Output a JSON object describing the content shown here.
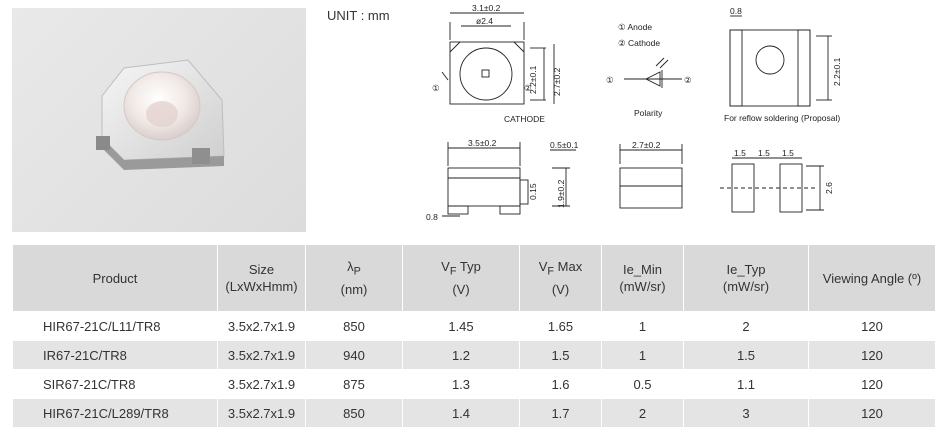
{
  "unit_label": "UNIT : mm",
  "drawing": {
    "top_width": "3.1±0.2",
    "lens_dia": "ø2.4",
    "height_dim1": "2.2±0.1",
    "height_dim2": "2.7±0.2",
    "circle1": "①",
    "circle2": "②",
    "cathode_label": "CATHODE",
    "legend_anode": "① Anode",
    "legend_cathode": "② Cathode",
    "polarity_label": "Polarity",
    "pad_width": "0.8",
    "pad_height": "2.2±0.1",
    "reflow_label": "For reflow soldering (Proposal)",
    "side_length": "3.5±0.2",
    "side_lead": "0.5±0.1",
    "side_height": "1.9±0.2",
    "side_standoff": "0.15",
    "side_bottom": "0.8",
    "end_width": "2.7±0.2",
    "land_1": "1.5",
    "land_2": "1.5",
    "land_3": "1.5",
    "land_h": "2.6"
  },
  "table": {
    "headers": {
      "product": "Product",
      "size": "Size",
      "size_sub": "(LxWxHmm)",
      "lambda": "λ",
      "lambda_sub_p": "P",
      "lambda_unit": "(nm)",
      "vf_typ": "V",
      "vf_typ_sub": "F",
      "vf_typ_text": "Typ",
      "vf_typ_unit": "(V)",
      "vf_max": "V",
      "vf_max_sub": "F",
      "vf_max_text": "Max",
      "vf_max_unit": "(V)",
      "ie_min": "Ie_Min",
      "ie_min_unit": "(mW/sr)",
      "ie_typ": "Ie_Typ",
      "ie_typ_unit": "(mW/sr)",
      "angle": "Viewing Angle (º)"
    },
    "rows": [
      {
        "product": "HIR67-21C/L11/TR8",
        "size": "3.5x2.7x1.9",
        "lambda": "850",
        "vf_typ": "1.45",
        "vf_max": "1.65",
        "ie_min": "1",
        "ie_typ": "2",
        "angle": "120"
      },
      {
        "product": "IR67-21C/TR8",
        "size": "3.5x2.7x1.9",
        "lambda": "940",
        "vf_typ": "1.2",
        "vf_max": "1.5",
        "ie_min": "1",
        "ie_typ": "1.5",
        "angle": "120"
      },
      {
        "product": "SIR67-21C/TR8",
        "size": "3.5x2.7x1.9",
        "lambda": "875",
        "vf_typ": "1.3",
        "vf_max": "1.6",
        "ie_min": "0.5",
        "ie_typ": "1.1",
        "angle": "120"
      },
      {
        "product": "HIR67-21C/L289/TR8",
        "size": "3.5x2.7x1.9",
        "lambda": "850",
        "vf_typ": "1.4",
        "vf_max": "1.7",
        "ie_min": "2",
        "ie_typ": "3",
        "angle": "120"
      }
    ]
  }
}
